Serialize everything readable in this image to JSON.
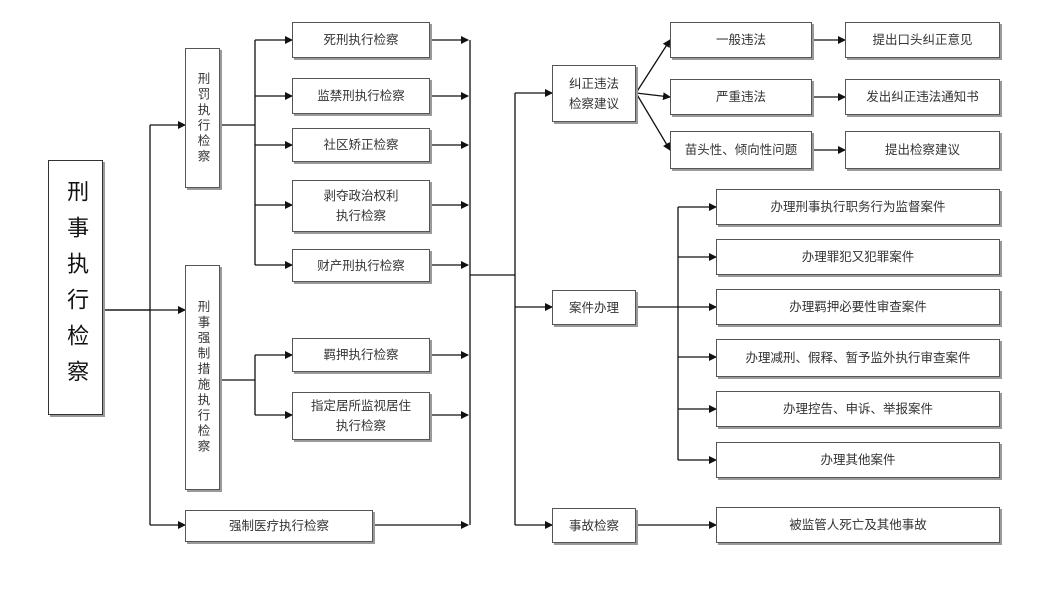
{
  "nodes": {
    "root": "刑事执行检察",
    "penalty": "刑罚执行检察",
    "coercive": "刑事强制措施执行检察",
    "medical": "强制医疗执行检察",
    "death": "死刑执行检察",
    "prison": "监禁刑执行检察",
    "community": "社区矫正检察",
    "political": "剥夺政治权利\n执行检察",
    "property": "财产刑执行检察",
    "detention": "羁押执行检察",
    "residence": "指定居所监视居住\n执行检察",
    "correct": "纠正违法\n检察建议",
    "cases": "案件办理",
    "accident": "事故检察",
    "general_violation": "一般违法",
    "serious_violation": "严重违法",
    "trend_issue": "苗头性、倾向性问题",
    "oral_correction": "提出口头纠正意见",
    "notice_correction": "发出纠正违法通知书",
    "procuratorial_advice": "提出检察建议",
    "case_duty_crime": "办理刑事执行职务行为监督案件",
    "case_unrepentant": "办理罪犯又犯罪案件",
    "case_custody_review": "办理羁押必要性审查案件",
    "case_commutation": "办理减刑、假释、暂予监外执行审查案件",
    "case_complaint": "办理控告、申诉、举报案件",
    "case_other": "办理其他案件",
    "case_death_accident": "被监管人死亡及其他事故"
  },
  "edges": [
    [
      "root",
      "penalty"
    ],
    [
      "root",
      "coercive"
    ],
    [
      "root",
      "medical"
    ],
    [
      "penalty",
      "death"
    ],
    [
      "penalty",
      "prison"
    ],
    [
      "penalty",
      "community"
    ],
    [
      "penalty",
      "political"
    ],
    [
      "penalty",
      "property"
    ],
    [
      "coercive",
      "detention"
    ],
    [
      "coercive",
      "residence"
    ],
    [
      "death",
      "correct"
    ],
    [
      "prison",
      "correct"
    ],
    [
      "community",
      "correct"
    ],
    [
      "political",
      "correct"
    ],
    [
      "property",
      "correct"
    ],
    [
      "detention",
      "correct"
    ],
    [
      "residence",
      "correct"
    ],
    [
      "medical",
      "correct"
    ],
    [
      "correct",
      "general_violation"
    ],
    [
      "correct",
      "serious_violation"
    ],
    [
      "correct",
      "trend_issue"
    ],
    [
      "general_violation",
      "oral_correction"
    ],
    [
      "serious_violation",
      "notice_correction"
    ],
    [
      "trend_issue",
      "procuratorial_advice"
    ],
    [
      "cases",
      "case_duty_crime"
    ],
    [
      "cases",
      "case_unrepentant"
    ],
    [
      "cases",
      "case_custody_review"
    ],
    [
      "cases",
      "case_commutation"
    ],
    [
      "cases",
      "case_complaint"
    ],
    [
      "cases",
      "case_other"
    ],
    [
      "accident",
      "case_death_accident"
    ]
  ]
}
